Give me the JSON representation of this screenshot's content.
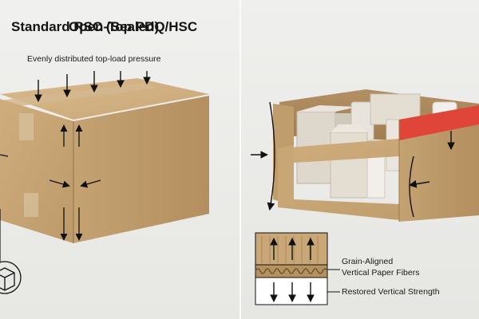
{
  "left_panel": {
    "title": "Standard RSC (Sealed)",
    "annotation": "Evenly distributed top-load pressure"
  },
  "right_panel": {
    "title": "Open-Top PDQ/HSC",
    "legend": {
      "line1": "Grain-Aligned",
      "line2": "Vertical Paper Fibers",
      "line3": "Restored Vertical Strength"
    }
  },
  "colors": {
    "cardboard": "#c9a777",
    "cardboard_dark": "#a8875a",
    "highlight_edge": "#e0453a",
    "arrow": "#111111"
  }
}
